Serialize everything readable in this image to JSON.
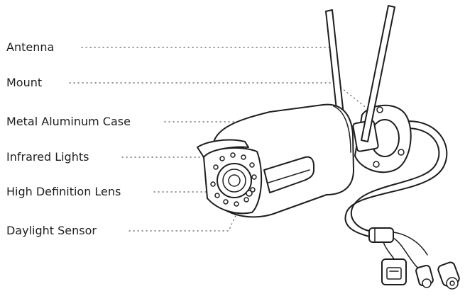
{
  "labels": {
    "antenna": "Antenna",
    "mount": "Mount",
    "case": "Metal Aluminum Case",
    "infrared": "Infrared Lights",
    "lens": "High Definition Lens",
    "daylight": "Daylight Sensor"
  },
  "colors": {
    "outline": "#1e1e1e",
    "leader": "#555555",
    "background": "#ffffff"
  }
}
